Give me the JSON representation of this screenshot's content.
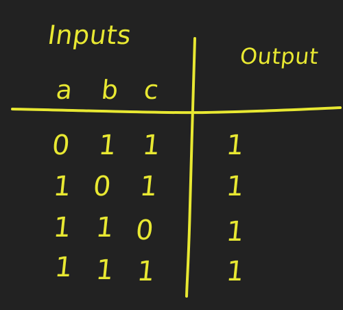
{
  "headings": {
    "inputs": "Inputs",
    "output": "Output"
  },
  "columns": [
    "a",
    "b",
    "c"
  ],
  "rows": [
    {
      "a": "0",
      "b": "1",
      "c": "1",
      "out": "1"
    },
    {
      "a": "1",
      "b": "0",
      "c": "1",
      "out": "1"
    },
    {
      "a": "1",
      "b": "1",
      "c": "0",
      "out": "1"
    },
    {
      "a": "1",
      "b": "1",
      "c": "1",
      "out": "1"
    }
  ],
  "colors": {
    "background": "#222222",
    "ink": "#e8e832"
  }
}
